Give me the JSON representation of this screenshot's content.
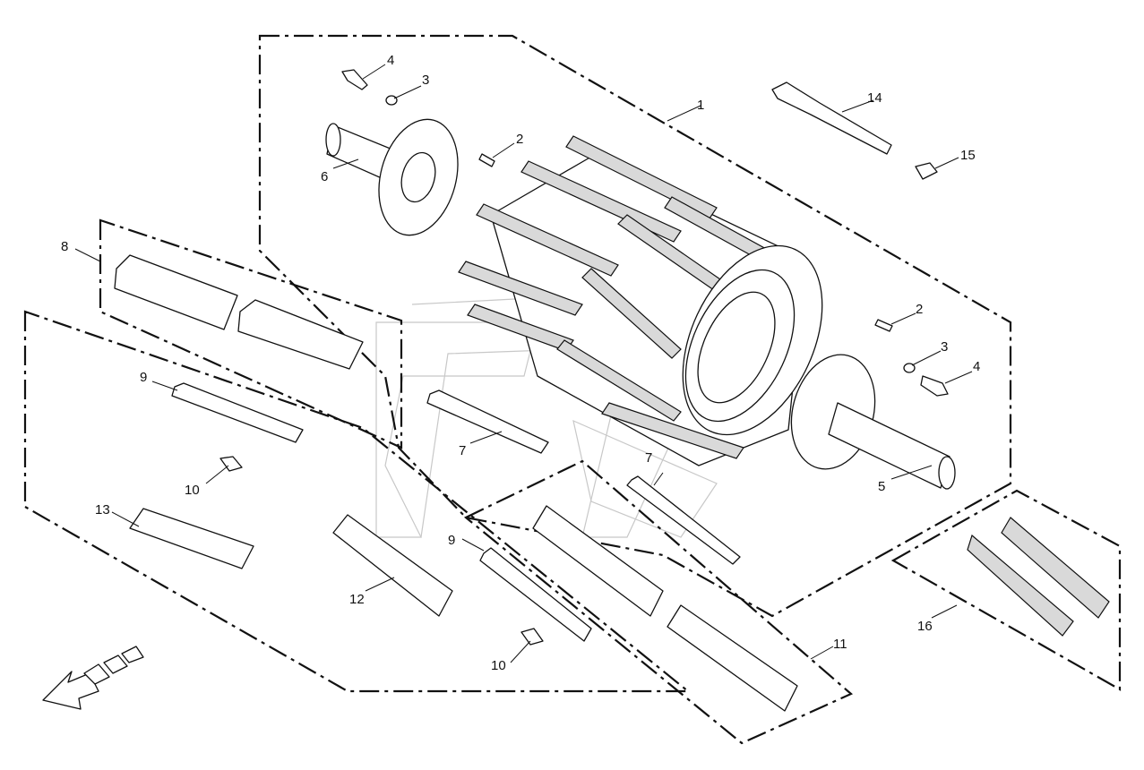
{
  "callouts": [
    {
      "id": "c1",
      "label": "1"
    },
    {
      "id": "c2a",
      "label": "2"
    },
    {
      "id": "c2b",
      "label": "2"
    },
    {
      "id": "c3a",
      "label": "3"
    },
    {
      "id": "c3b",
      "label": "3"
    },
    {
      "id": "c4a",
      "label": "4"
    },
    {
      "id": "c4b",
      "label": "4"
    },
    {
      "id": "c5",
      "label": "5"
    },
    {
      "id": "c6",
      "label": "6"
    },
    {
      "id": "c7a",
      "label": "7"
    },
    {
      "id": "c7b",
      "label": "7"
    },
    {
      "id": "c8",
      "label": "8"
    },
    {
      "id": "c9a",
      "label": "9"
    },
    {
      "id": "c9b",
      "label": "9"
    },
    {
      "id": "c10a",
      "label": "10"
    },
    {
      "id": "c10b",
      "label": "10"
    },
    {
      "id": "c11",
      "label": "11"
    },
    {
      "id": "c12",
      "label": "12"
    },
    {
      "id": "c13",
      "label": "13"
    },
    {
      "id": "c14",
      "label": "14"
    },
    {
      "id": "c15",
      "label": "15"
    },
    {
      "id": "c16",
      "label": "16"
    }
  ],
  "colors": {
    "line": "#111111",
    "background": "#ffffff",
    "watermark": "#c8c8c8"
  },
  "icons": {
    "direction": "travel-direction-arrow-icon"
  }
}
